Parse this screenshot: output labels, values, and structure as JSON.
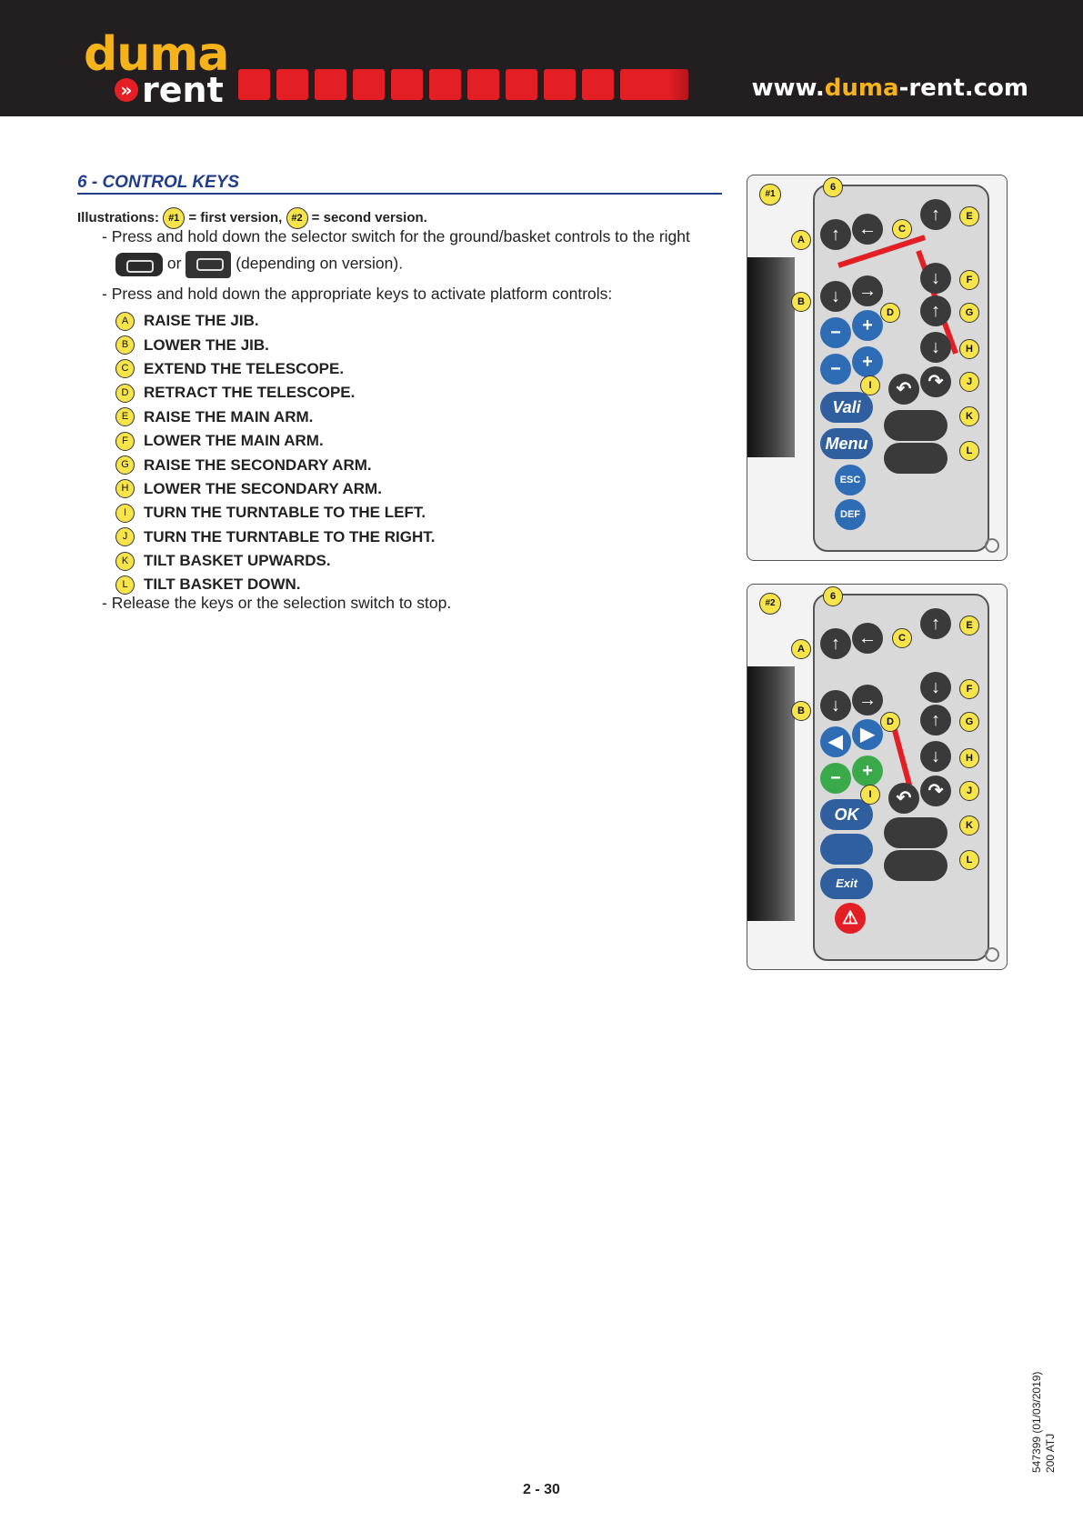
{
  "header": {
    "logo_top": "duma",
    "logo_bottom": "rent",
    "logo_chevron": "»",
    "url_prefix": "www.",
    "url_accent": "duma",
    "url_suffix": "-rent.com",
    "machine_icons": [
      "backhoe-loader-icon",
      "forklift-icon",
      "scissor-lift-icon",
      "mini-excavator-icon",
      "telehandler-icon",
      "wheel-loader-icon",
      "truck-mounted-platform-icon",
      "excavator-icon",
      "spider-lift-icon",
      "articulated-boom-icon",
      "aerial-platform-icon"
    ]
  },
  "section": {
    "title": "6 - CONTROL KEYS",
    "illustrations_prefix": "Illustrations:",
    "badge1": "#1",
    "badge1_text": "= first version,",
    "badge2": "#2",
    "badge2_text": "= second version.",
    "instruction1": "- Press and hold down the selector switch for the ground/basket controls to the right",
    "or_text": "or",
    "version_text": "(depending on version).",
    "instruction2": "- Press and hold down the appropriate keys to activate platform controls:",
    "instruction3": "- Release the keys or the selection switch to stop."
  },
  "keys": [
    {
      "letter": "A",
      "label": "RAISE THE JIB."
    },
    {
      "letter": "B",
      "label": "LOWER THE JIB."
    },
    {
      "letter": "C",
      "label": "EXTEND THE TELESCOPE."
    },
    {
      "letter": "D",
      "label": "RETRACT THE TELESCOPE."
    },
    {
      "letter": "E",
      "label": "RAISE THE MAIN ARM."
    },
    {
      "letter": "F",
      "label": "LOWER THE MAIN ARM."
    },
    {
      "letter": "G",
      "label": "RAISE THE SECONDARY ARM."
    },
    {
      "letter": "H",
      "label": "LOWER THE SECONDARY ARM."
    },
    {
      "letter": "I",
      "label": "TURN THE TURNTABLE TO THE LEFT."
    },
    {
      "letter": "J",
      "label": "TURN THE TURNTABLE TO THE RIGHT."
    },
    {
      "letter": "K",
      "label": "TILT BASKET UPWARDS."
    },
    {
      "letter": "L",
      "label": "TILT BASKET DOWN."
    }
  ],
  "panels": [
    {
      "tag": "#1",
      "item_number": "6",
      "btn_valid": "Vali",
      "btn_menu": "Menu",
      "btn_esc": "ESC",
      "btn_def": "DEF"
    },
    {
      "tag": "#2",
      "item_number": "6",
      "btn_ok": "OK",
      "btn_exit": "Exit"
    }
  ],
  "footer": {
    "doc_ref": "547399 (01/03/2019)",
    "model": "200 ATJ",
    "page_number": "2 - 30"
  }
}
